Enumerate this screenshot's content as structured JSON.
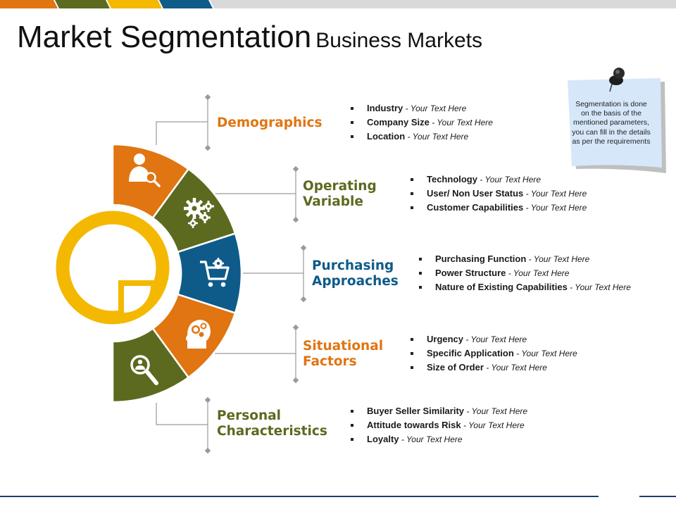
{
  "title": {
    "main": "Market Segmentation",
    "sub": "Business Markets"
  },
  "colors": {
    "orange": "#E07512",
    "olive": "#5B6A1F",
    "blue": "#0E5B8A",
    "yellow": "#F4B800",
    "gray_connector": "#9a9a9a",
    "note_bg": "#D6E7FA",
    "top_bar_gray": "#d9d9d9",
    "bottom_line": "#1F3B73"
  },
  "note": {
    "text": "Segmentation is done on the basis of the mentioned parameters, you can fill in the details as per the requirements",
    "pin": "push-pin-icon"
  },
  "categories": [
    {
      "lines": [
        "Demographics"
      ],
      "color": "#E07512",
      "icon": "user-search-icon",
      "items": [
        {
          "label": "Industry",
          "sep": " - ",
          "text": "Your Text Here"
        },
        {
          "label": "Company Size",
          "sep": " - ",
          "text": "Your Text Here"
        },
        {
          "label": "Location",
          "sep": " - ",
          "text": "Your Text Here"
        }
      ]
    },
    {
      "lines": [
        "Operating",
        "Variable"
      ],
      "color": "#5B6A1F",
      "icon": "gears-icon",
      "items": [
        {
          "label": "Technology",
          "sep": " - ",
          "text": "Your Text Here"
        },
        {
          "label": "User/ Non User Status",
          "sep": " - ",
          "text": "Your Text Here"
        },
        {
          "label": "Customer Capabilities",
          "sep": " - ",
          "text": "Your Text Here"
        }
      ]
    },
    {
      "lines": [
        "Purchasing",
        "Approaches"
      ],
      "color": "#0E5B8A",
      "icon": "shopping-cart-icon",
      "items": [
        {
          "label": "Purchasing Function",
          "sep": " - ",
          "text": "Your Text Here"
        },
        {
          "label": "Power Structure",
          "sep": " - ",
          "text": "Your Text Here"
        },
        {
          "label": "Nature of Existing Capabilities",
          "sep": " - ",
          "text": "Your Text Here"
        }
      ]
    },
    {
      "lines": [
        "Situational",
        "Factors"
      ],
      "color": "#E07512",
      "icon": "head-gears-icon",
      "items": [
        {
          "label": "Urgency",
          "sep": " - ",
          "text": "Your Text Here"
        },
        {
          "label": "Specific Application",
          "sep": " - ",
          "text": "Your Text Here"
        },
        {
          "label": "Size of Order",
          "sep": " - ",
          "text": "Your Text Here"
        }
      ]
    },
    {
      "lines": [
        "Personal",
        "Characteristics"
      ],
      "color": "#5B6A1F",
      "icon": "magnifier-person-icon",
      "items": [
        {
          "label": "Buyer Seller Similarity",
          "sep": " - ",
          "text": "Your Text Here"
        },
        {
          "label": "Attitude towards Risk",
          "sep": " - ",
          "text": "Your Text Here"
        },
        {
          "label": "Loyalty",
          "sep": " - ",
          "text": "Your Text Here"
        }
      ]
    }
  ]
}
